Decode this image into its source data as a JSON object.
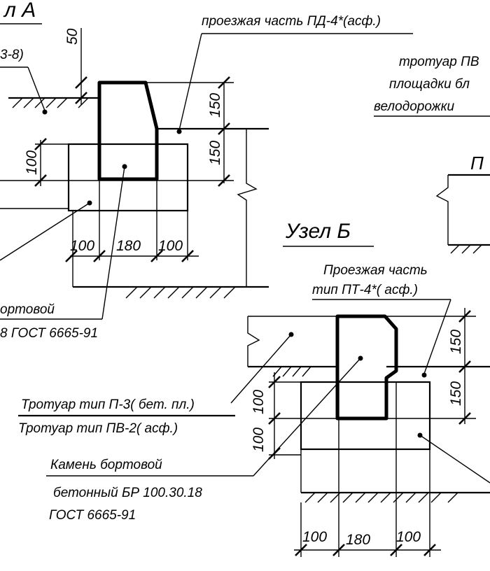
{
  "titles": {
    "node_a_fragment": "л А",
    "node_b": "Узел Б"
  },
  "node_a": {
    "roadway_label": "проезжая часть ПД-4*(асф.)",
    "left_fragment": "3-8)",
    "curb_line1": "ортовой",
    "curb_line2": "8 ГОСТ 6665-91",
    "dims": {
      "v50": "50",
      "v150_top": "150",
      "v150_bottom": "150",
      "v100_left": "100",
      "h100_left": "100",
      "h180": "180",
      "h100_right": "100"
    }
  },
  "right_block": {
    "line1": "тротуар ПВ",
    "line2": "площадки бл",
    "line3": "велодорожки",
    "fragment": "П"
  },
  "node_b": {
    "roadway_line1": "Проезжая часть",
    "roadway_line2": "тип ПТ-4*( асф.)",
    "sidewalk_line1": "Тротуар тип  П-3( бет. пл.)",
    "sidewalk_line2": "Тротуар тип  ПВ-2( асф.)",
    "curb_line1": "Камень бортовой",
    "curb_line2": "бетонный БР 100.30.18",
    "curb_line3": "ГОСТ 6665-91",
    "dims": {
      "v150_top": "150",
      "v150_bottom": "150",
      "v100_top": "100",
      "v100_bottom": "100",
      "h100_left": "100",
      "h180": "180",
      "h100_right": "100"
    }
  }
}
